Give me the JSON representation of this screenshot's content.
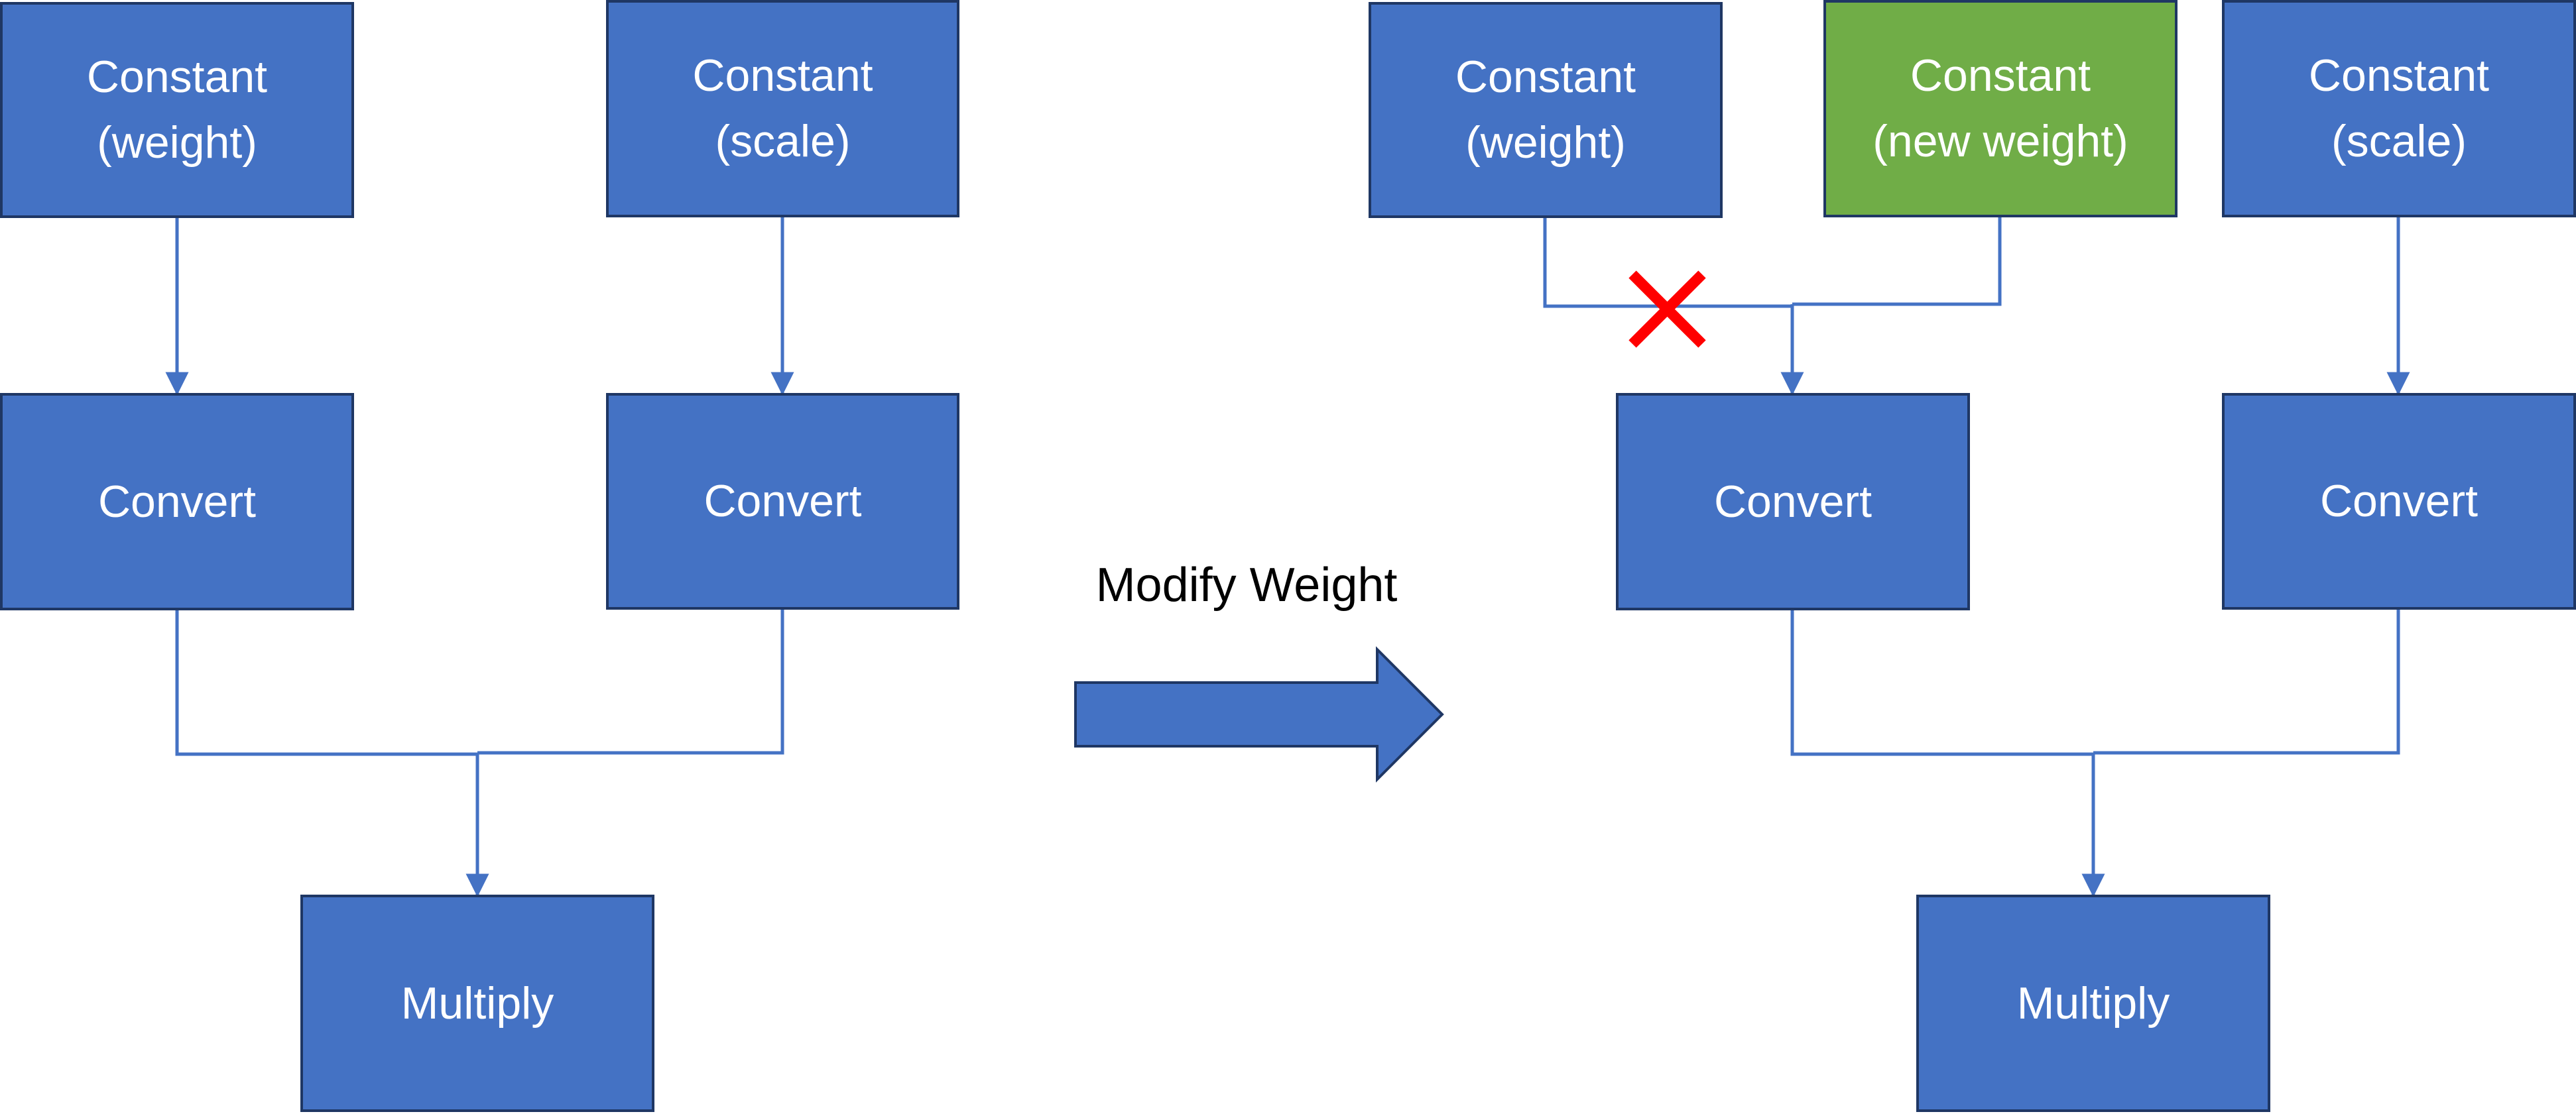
{
  "colors": {
    "node_fill": "#4472c4",
    "node_new_fill": "#70ad47",
    "node_border": "#1f3764",
    "edge": "#4472c4",
    "remove_mark": "#ff0000",
    "label_text": "#ffffff"
  },
  "diagram": {
    "before": {
      "const_weight": "Constant\n(weight)",
      "const_scale": "Constant\n(scale)",
      "convert_weight": "Convert",
      "convert_scale": "Convert",
      "multiply": "Multiply"
    },
    "transition": {
      "label": "Modify Weight",
      "arrow_icon": "right-arrow-icon"
    },
    "after": {
      "const_weight": "Constant\n(weight)",
      "const_new_weight": "Constant\n(new weight)",
      "const_scale": "Constant\n(scale)",
      "convert_weight": "Convert",
      "convert_scale": "Convert",
      "multiply": "Multiply",
      "removed_edge_icon": "cross-icon"
    }
  }
}
